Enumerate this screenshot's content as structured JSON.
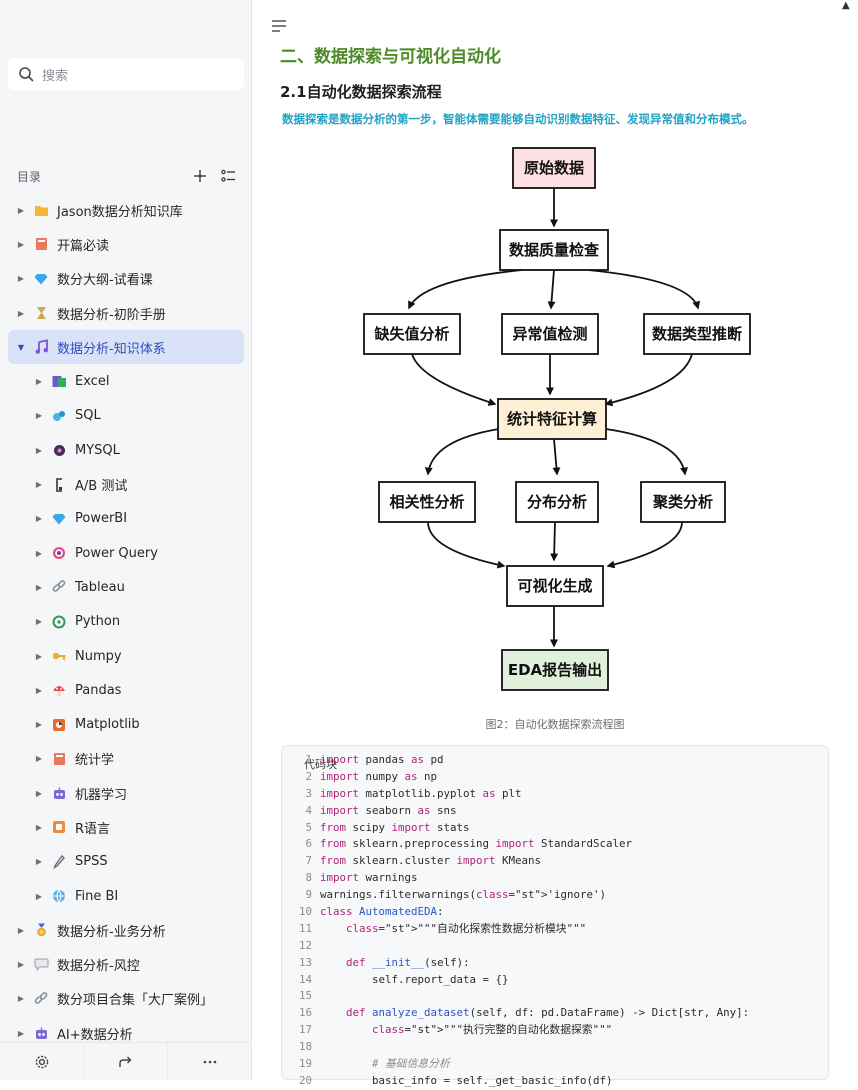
{
  "sidebar": {
    "search_placeholder": "搜索",
    "toc_title": "目录",
    "items": [
      {
        "label": "Jason数据分析知识库",
        "icon": "folder-icon",
        "level": 0,
        "active": false
      },
      {
        "label": "开篇必读",
        "icon": "book-icon",
        "level": 0,
        "active": false
      },
      {
        "label": "数分大纲-试看课",
        "icon": "gem-icon",
        "level": 0,
        "active": false
      },
      {
        "label": "数据分析-初阶手册",
        "icon": "hourglass-icon",
        "level": 0,
        "active": false
      },
      {
        "label": "数据分析-知识体系",
        "icon": "music-note-icon",
        "level": 0,
        "active": true
      },
      {
        "label": "Excel",
        "icon": "excel-icon",
        "level": 1,
        "active": false
      },
      {
        "label": "SQL",
        "icon": "sql-icon",
        "level": 1,
        "active": false
      },
      {
        "label": "MYSQL",
        "icon": "mysql-icon",
        "level": 1,
        "active": false
      },
      {
        "label": "A/B 测试",
        "icon": "ab-test-icon",
        "level": 1,
        "active": false
      },
      {
        "label": "PowerBI",
        "icon": "gem-icon",
        "level": 1,
        "active": false
      },
      {
        "label": "Power Query",
        "icon": "target-icon",
        "level": 1,
        "active": false
      },
      {
        "label": "Tableau",
        "icon": "link-icon",
        "level": 1,
        "active": false
      },
      {
        "label": "Python",
        "icon": "python-icon",
        "level": 1,
        "active": false
      },
      {
        "label": "Numpy",
        "icon": "key-icon",
        "level": 1,
        "active": false
      },
      {
        "label": "Pandas",
        "icon": "mushroom-icon",
        "level": 1,
        "active": false
      },
      {
        "label": "Matplotlib",
        "icon": "chart-icon",
        "level": 1,
        "active": false
      },
      {
        "label": "统计学",
        "icon": "book-icon",
        "level": 1,
        "active": false
      },
      {
        "label": "机器学习",
        "icon": "robot-icon",
        "level": 1,
        "active": false
      },
      {
        "label": "R语言",
        "icon": "r-lang-icon",
        "level": 1,
        "active": false
      },
      {
        "label": "SPSS",
        "icon": "pen-icon",
        "level": 1,
        "active": false
      },
      {
        "label": "Fine BI",
        "icon": "globe-icon",
        "level": 1,
        "active": false
      },
      {
        "label": "数据分析-业务分析",
        "icon": "medal-icon",
        "level": 0,
        "active": false
      },
      {
        "label": "数据分析-风控",
        "icon": "speech-bubble-icon",
        "level": 0,
        "active": false
      },
      {
        "label": "数分项目合集「大厂案例」",
        "icon": "link-icon",
        "level": 0,
        "active": false
      },
      {
        "label": "AI+数据分析",
        "icon": "robot-icon",
        "level": 0,
        "active": false
      }
    ]
  },
  "main": {
    "h2": "二、数据探索与可视化自动化",
    "h3": "2.1自动化数据探索流程",
    "lead": "数据探索是数据分析的第一步，智能体需要能够自动识别数据特征、发现异常值和分布模式。",
    "flow": {
      "n1": "原始数据",
      "n2": "数据质量检查",
      "n3a": "缺失值分析",
      "n3b": "异常值检测",
      "n3c": "数据类型推断",
      "n4": "统计特征计算",
      "n5a": "相关性分析",
      "n5b": "分布分析",
      "n5c": "聚类分析",
      "n6": "可视化生成",
      "n7": "EDA报告输出",
      "colors": {
        "pink": "#fde1e4",
        "yellow": "#fdf0d5",
        "green": "#dff1db",
        "white": "#ffffff"
      }
    },
    "caption": "图2：自动化数据探索流程图",
    "code_label": "代码块",
    "code_lines": [
      {
        "n": "1",
        "t": "import pandas as pd"
      },
      {
        "n": "2",
        "t": "import numpy as np"
      },
      {
        "n": "3",
        "t": "import matplotlib.pyplot as plt"
      },
      {
        "n": "4",
        "t": "import seaborn as sns"
      },
      {
        "n": "5",
        "t": "from scipy import stats"
      },
      {
        "n": "6",
        "t": "from sklearn.preprocessing import StandardScaler"
      },
      {
        "n": "7",
        "t": "from sklearn.cluster import KMeans"
      },
      {
        "n": "8",
        "t": "import warnings"
      },
      {
        "n": "9",
        "t": "warnings.filterwarnings('ignore')"
      },
      {
        "n": "10",
        "t": "class AutomatedEDA:"
      },
      {
        "n": "11",
        "t": "    \"\"\"自动化探索性数据分析模块\"\"\""
      },
      {
        "n": "12",
        "t": ""
      },
      {
        "n": "13",
        "t": "    def __init__(self):"
      },
      {
        "n": "14",
        "t": "        self.report_data = {}"
      },
      {
        "n": "15",
        "t": ""
      },
      {
        "n": "16",
        "t": "    def analyze_dataset(self, df: pd.DataFrame) -> Dict[str, Any]:"
      },
      {
        "n": "17",
        "t": "        \"\"\"执行完整的自动化数据探索\"\"\""
      },
      {
        "n": "18",
        "t": ""
      },
      {
        "n": "19",
        "t": "        # 基础信息分析"
      },
      {
        "n": "20",
        "t": "        basic_info = self._get_basic_info(df)"
      }
    ]
  }
}
